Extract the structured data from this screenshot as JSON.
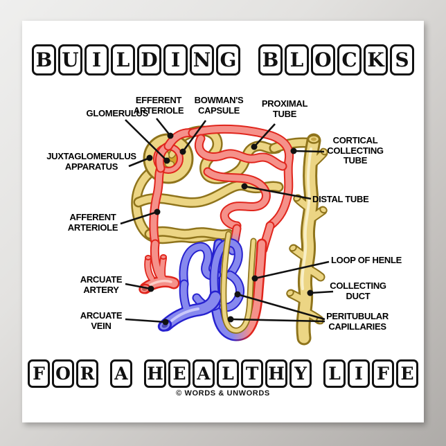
{
  "poster": {
    "title_top": "BUILDING BLOCKS",
    "title_bottom": "FOR A HEALTHY LIFE",
    "copyright": "© WORDS & UNWORDS"
  },
  "diagram": {
    "subject": "nephron",
    "labels": [
      {
        "id": "glomerulus",
        "text": "GLOMERULUS"
      },
      {
        "id": "efferent-arteriole",
        "text": "EFFERENT\nARTERIOLE"
      },
      {
        "id": "bowmans-capsule",
        "text": "BOWMAN'S\nCAPSULE"
      },
      {
        "id": "proximal-tube",
        "text": "PROXIMAL\nTUBE"
      },
      {
        "id": "cortical-collecting-tube",
        "text": "CORTICAL\nCOLLECTING\nTUBE"
      },
      {
        "id": "distal-tube",
        "text": "DISTAL TUBE"
      },
      {
        "id": "juxtaglomerulus-apparatus",
        "text": "JUXTAGLOMERULUS\nAPPARATUS"
      },
      {
        "id": "afferent-arteriole",
        "text": "AFFERENT\nARTERIOLE"
      },
      {
        "id": "arcuate-artery",
        "text": "ARCUATE\nARTERY"
      },
      {
        "id": "arcuate-vein",
        "text": "ARCUATE\nVEIN"
      },
      {
        "id": "loop-of-henle",
        "text": "LOOP OF HENLE"
      },
      {
        "id": "collecting-duct",
        "text": "COLLECTING\nDUCT"
      },
      {
        "id": "peritubular-capillaries",
        "text": "PERITUBULAR\nCAPILLARIES"
      }
    ]
  },
  "colors": {
    "artery_fill": "#f5918a",
    "artery_outline": "#e0251c",
    "artery_highlight": "#fbcfc9",
    "vein_fill": "#8789ee",
    "vein_outline": "#2722cf",
    "vein_highlight": "#c9c8fa",
    "tubule_fill": "#ecd584",
    "tubule_outline": "#8f741c",
    "tubule_highlight": "#f8efc8",
    "glomerulus_center": "#d2a42c",
    "leader_line": "#111111",
    "poster_bg": "#ffffff"
  }
}
